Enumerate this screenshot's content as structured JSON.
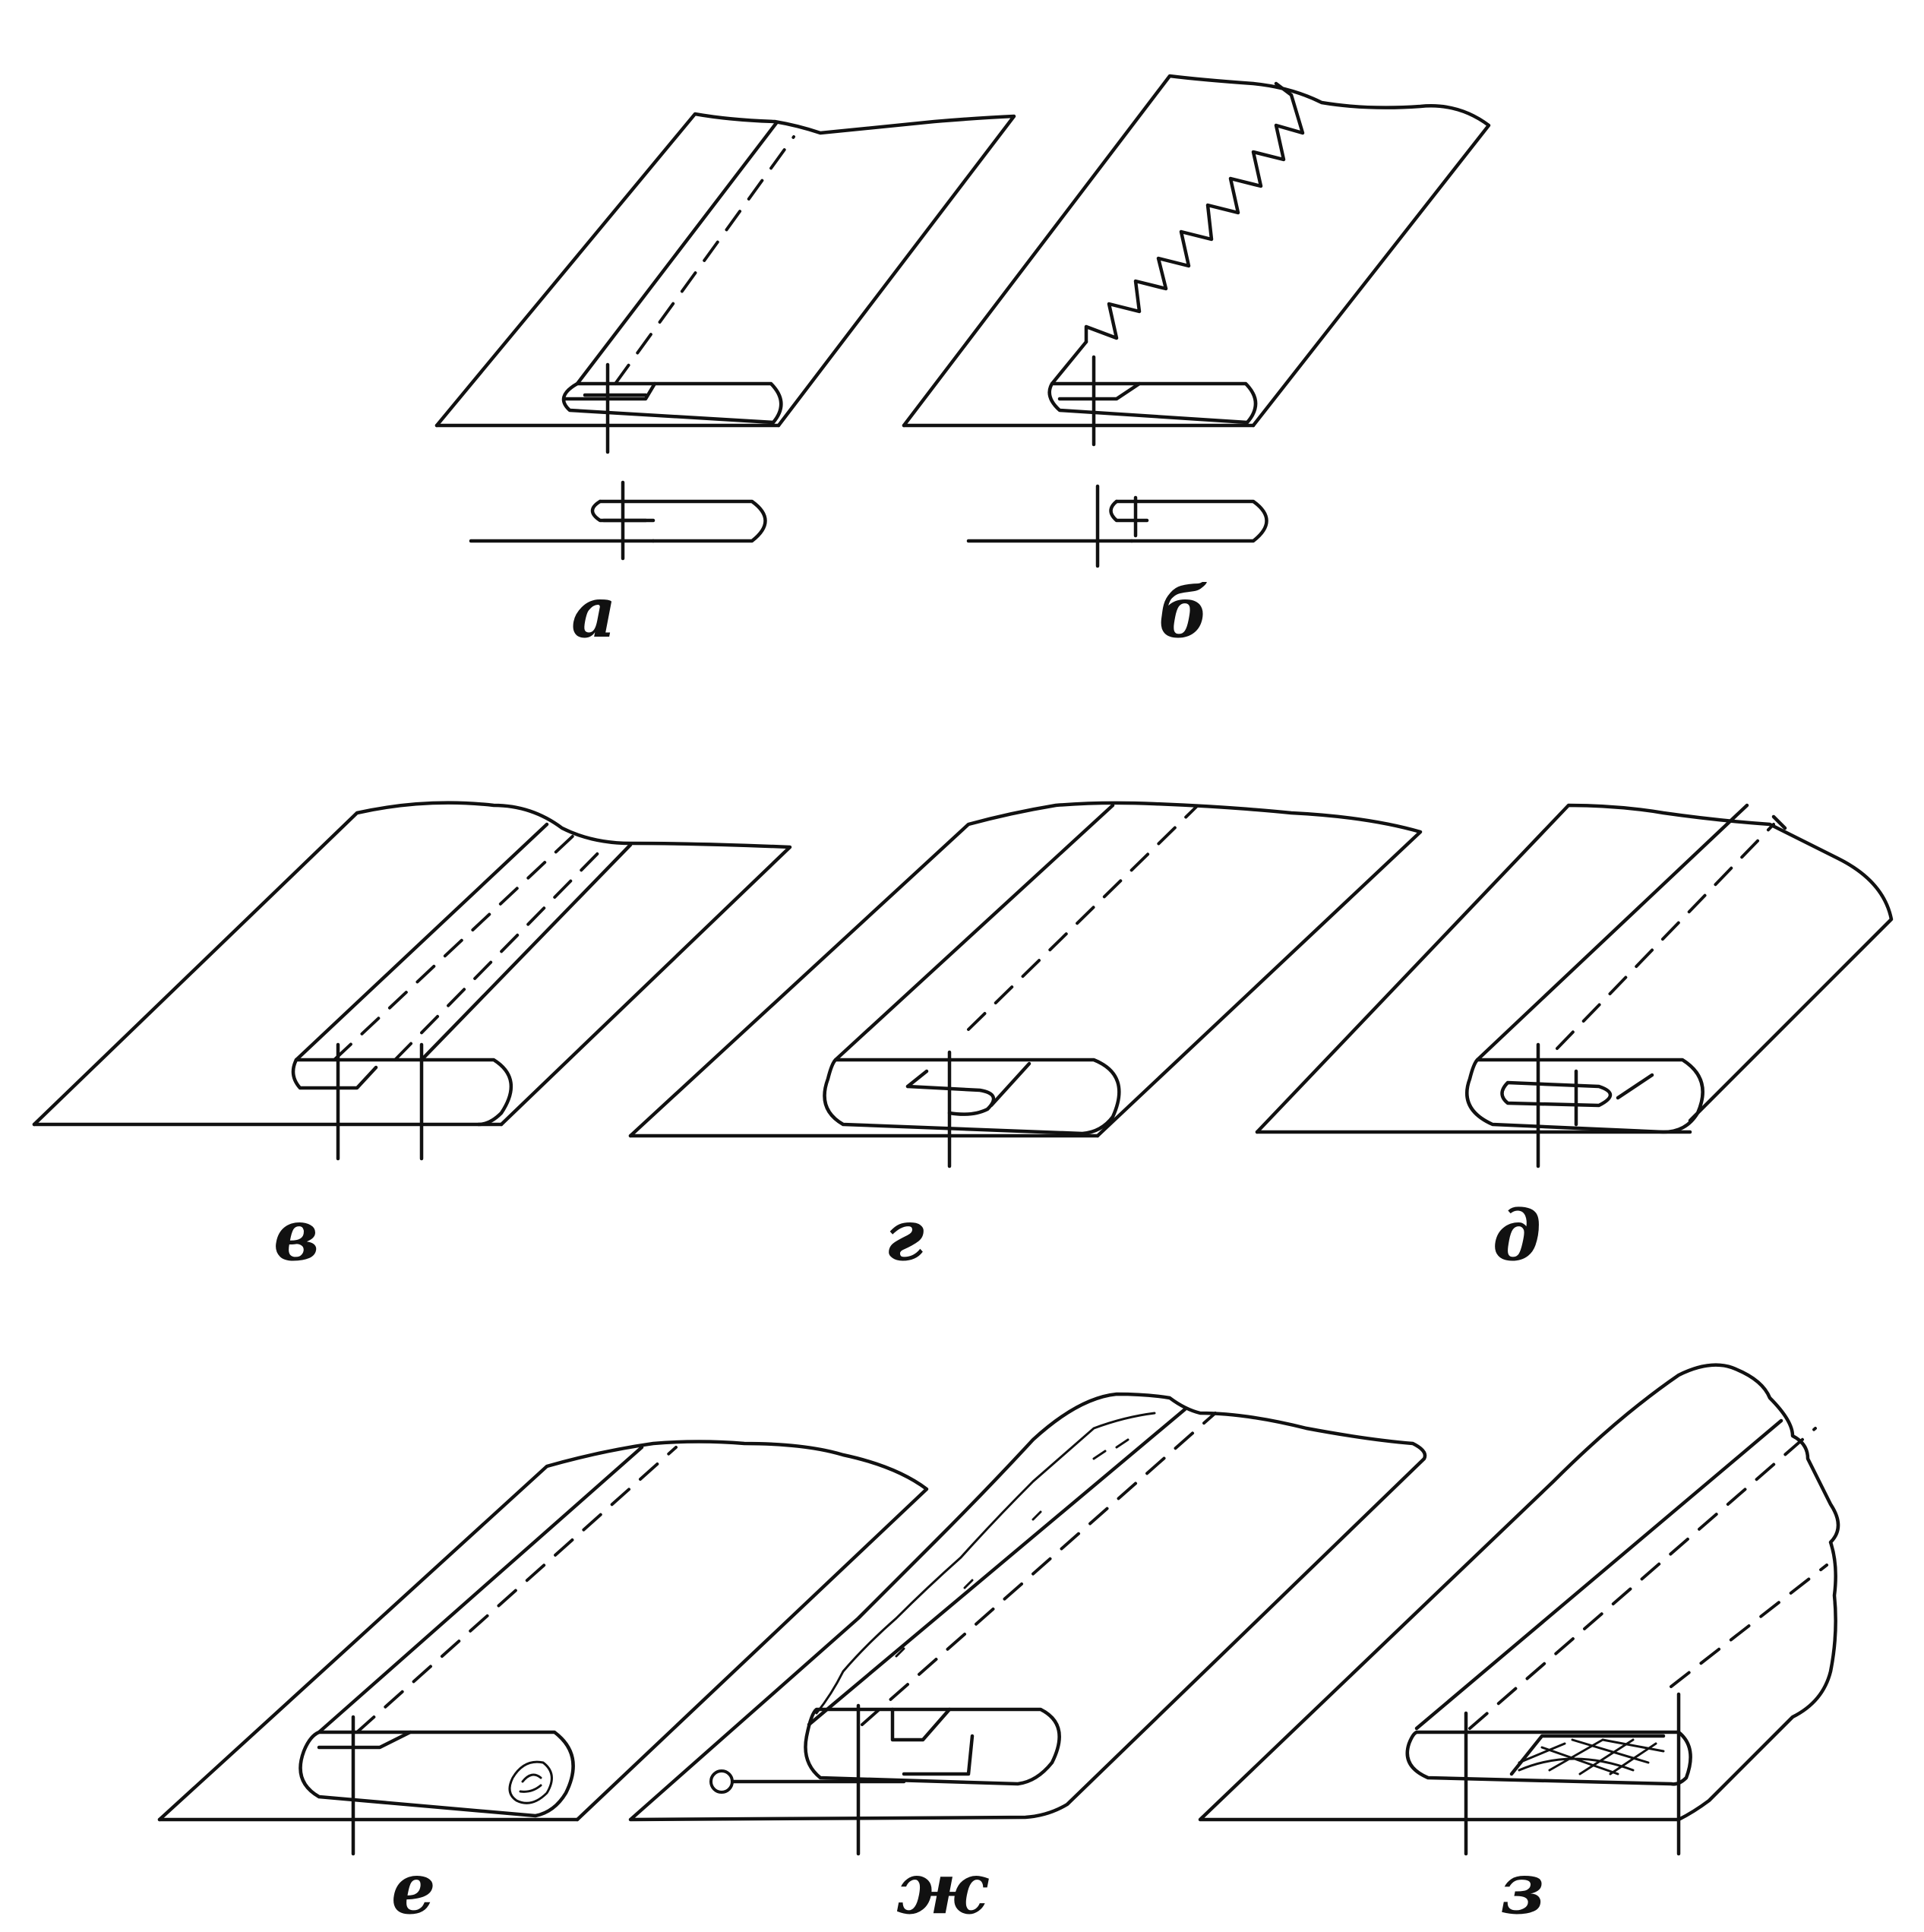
{
  "figures": [
    {
      "id": "a",
      "label": "а"
    },
    {
      "id": "b",
      "label": "б"
    },
    {
      "id": "v",
      "label": "в"
    },
    {
      "id": "g",
      "label": "г"
    },
    {
      "id": "d",
      "label": "д"
    },
    {
      "id": "e",
      "label": "е"
    },
    {
      "id": "zh",
      "label": "ж"
    },
    {
      "id": "z",
      "label": "з"
    }
  ]
}
